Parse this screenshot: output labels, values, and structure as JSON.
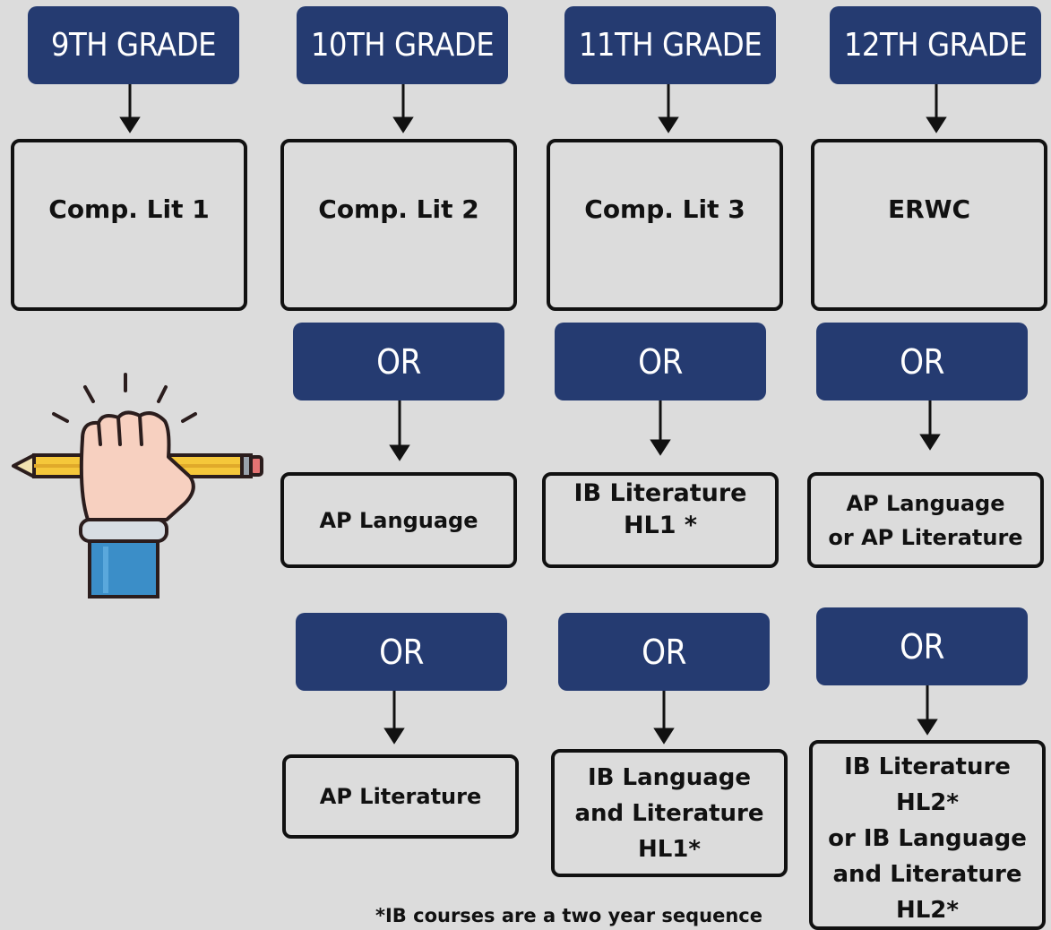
{
  "grades": [
    "9TH GRADE",
    "10TH GRADE",
    "11TH GRADE",
    "12TH GRADE"
  ],
  "or_label": "OR",
  "courses": {
    "grade9": [
      "Comp. Lit 1"
    ],
    "grade10": [
      "Comp. Lit 2",
      "AP Language",
      "AP Literature"
    ],
    "grade11": [
      "Comp. Lit 3",
      "IB Literature\nHL1 *",
      "IB Language\nand Literature\nHL1*"
    ],
    "grade12": [
      "ERWC",
      "AP Language\nor AP Literature",
      "IB Literature\nHL2*\nor IB Language\nand Literature\nHL2*"
    ]
  },
  "footnote": "*IB courses are a two year sequence",
  "colors": {
    "header_bg": "#253b71",
    "background": "#dcdcdc",
    "border": "#111111"
  },
  "illustration": "hand-holding-pencil"
}
